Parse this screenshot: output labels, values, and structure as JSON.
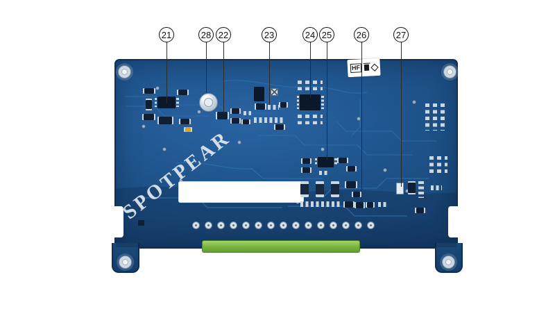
{
  "watermark": {
    "text": "SPOTPEAR"
  },
  "sticker": {
    "text": "HF"
  },
  "callouts": [
    {
      "label": "21"
    },
    {
      "label": "28"
    },
    {
      "label": "22"
    },
    {
      "label": "23"
    },
    {
      "label": "24"
    },
    {
      "label": "25"
    },
    {
      "label": "26"
    },
    {
      "label": "27"
    }
  ],
  "colors": {
    "pcb": "#1d5187",
    "pcb_dark": "#163f6d",
    "pcb_edge": "#0d2f55",
    "pad_silver": "#ccd7e2",
    "component_dark": "#101f33",
    "green": "#7db945",
    "green_dark": "#4f8527",
    "yellow": "#d8a13a",
    "trace": "#2e6ba7",
    "background": "#ffffff"
  }
}
